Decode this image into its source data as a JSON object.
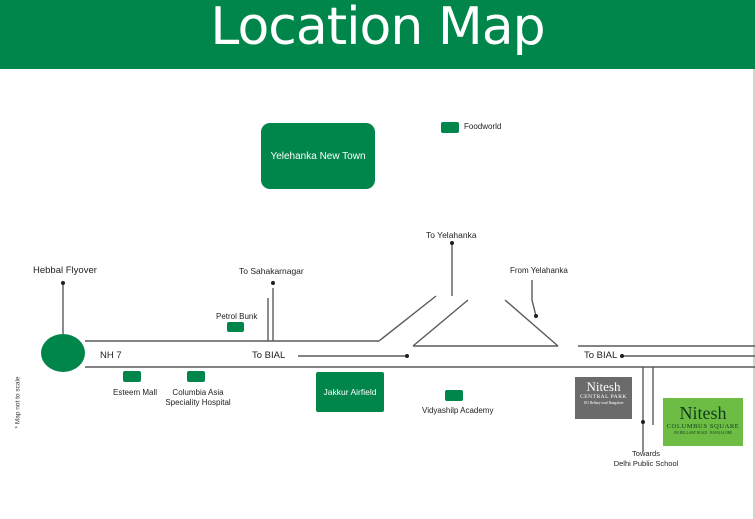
{
  "header": {
    "title": "Location Map"
  },
  "areas": {
    "yelahanka_new_town": "Yelehanka New Town",
    "jakkur_airfield": "Jakkur Airfield"
  },
  "roads": {
    "nh7": "NH 7",
    "to_bial_1": "To BIAL",
    "to_bial_2": "To BIAL",
    "to_sahakarnagar": "To Sahakarnagar",
    "to_yelahanka": "To Yelahanka",
    "from_yelahanka": "From Yelahanka",
    "towards_dps_1": "Towards",
    "towards_dps_2": "Delhi Public School"
  },
  "landmarks": {
    "hebbal_flyover": "Hebbal Flyover",
    "foodworld": "Foodworld",
    "petrol_bunk": "Petrol Bunk",
    "esteem_mall": "Esteem Mall",
    "columbia_asia_1": "Columbia Asia",
    "columbia_asia_2": "Speciality Hospital",
    "vidyashilp": "Vidyashilp Academy"
  },
  "logos": {
    "central_park": {
      "name": "Nitesh",
      "sub": "CENTRAL PARK",
      "tag": "101 Bellary road Bangalore"
    },
    "columbus_square": {
      "name": "Nitesh",
      "sub": "COLUMBUS SQUARE",
      "tag": "ON BELLARY ROAD · BANGALORE"
    }
  },
  "note": "* Map not to scale",
  "colors": {
    "brand_green": "#00854a",
    "road": "#555555",
    "logo_grey": "#6b6b6b",
    "logo_green": "#6dbd45"
  }
}
